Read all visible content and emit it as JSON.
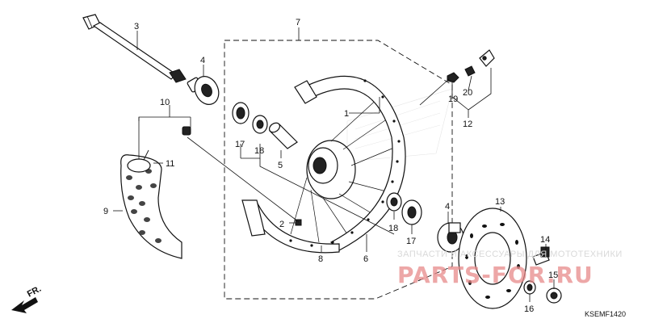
{
  "callouts": {
    "c1": "1",
    "c2": "2",
    "c3": "3",
    "c4a": "4",
    "c4b": "4",
    "c5": "5",
    "c6": "6",
    "c7": "7",
    "c8": "8",
    "c9": "9",
    "c10": "10",
    "c11": "11",
    "c12": "12",
    "c13": "13",
    "c14": "14",
    "c15": "15",
    "c16": "16",
    "c17a": "17",
    "c17b": "17",
    "c18a": "18",
    "c18b": "18",
    "c19": "19",
    "c20": "20"
  },
  "front_arrow": "FR.",
  "diagram_code": "KSEMF1420",
  "watermark": {
    "tagline": "ЗАПЧАСТИ И АКСЕССУАРЫ ДЛЯ МОТОТЕХНИКИ",
    "brand": "PARTS-FOR.RU"
  }
}
